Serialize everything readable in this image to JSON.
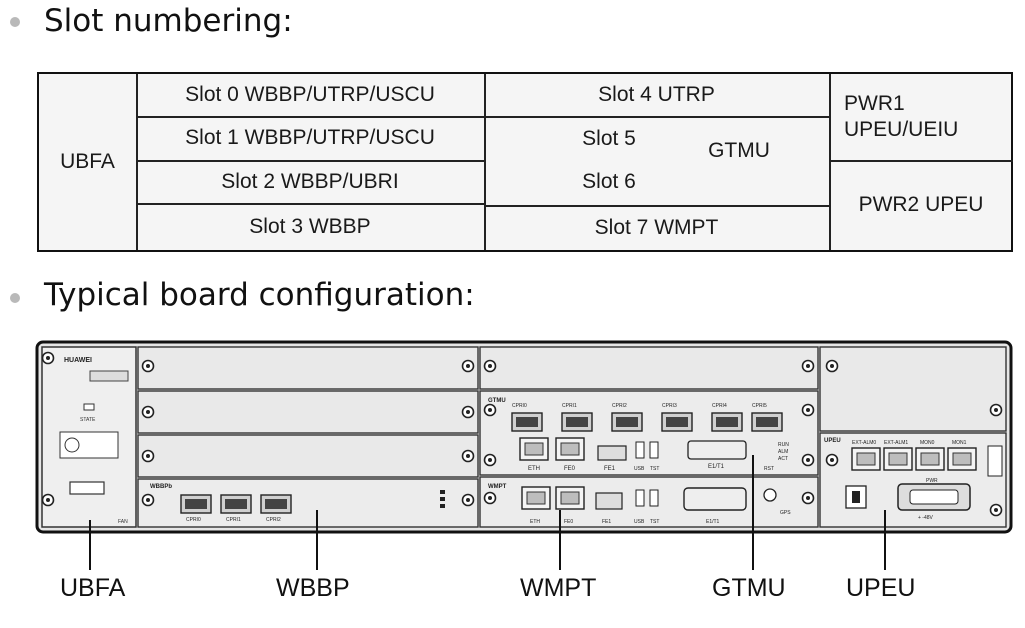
{
  "sections": {
    "slot_heading": "Slot numbering:",
    "board_heading": "Typical board configuration:"
  },
  "slot_table": {
    "ubfa": "UBFA",
    "slot0": "Slot 0 WBBP/UTRP/USCU",
    "slot1": "Slot 1 WBBP/UTRP/USCU",
    "slot2": "Slot 2 WBBP/UBRI",
    "slot3": "Slot 3 WBBP",
    "slot4": "Slot 4 UTRP",
    "slot5": "Slot 5",
    "slot6": "Slot 6",
    "gtmu": "GTMU",
    "slot7": "Slot 7 WMPT",
    "pwr1_line1": "PWR1",
    "pwr1_line2": "UPEU/UEIU",
    "pwr2": "PWR2 UPEU"
  },
  "chassis": {
    "brand": "HUAWEI",
    "state_label": "STATE",
    "fan_label": "FAN",
    "wbbp_label": "WBBPb",
    "wbbp_ports": [
      "CPRI0",
      "CPRI1",
      "CPRI2"
    ],
    "gtmu_label": "GTMU",
    "gtmu_ports": [
      "CPRI0",
      "CPRI1",
      "CPRI2",
      "CPRI3",
      "CPRI4",
      "CPRI5"
    ],
    "gtmu_eth_labels": [
      "ETH",
      "FE0"
    ],
    "gtmu_fe1": "FE1",
    "gtmu_usb": [
      "USB",
      "TST"
    ],
    "gtmu_e1t1": "E1/T1",
    "gtmu_leds": [
      "RUN",
      "ALM",
      "ACT"
    ],
    "gtmu_rst": "RST",
    "wmpt_label": "WMPT",
    "wmpt_eth_labels": [
      "ETH",
      "FE0"
    ],
    "wmpt_fe1": "FE1",
    "wmpt_usb": [
      "USB",
      "TST"
    ],
    "wmpt_e1t1": "E1/T1",
    "wmpt_gps": "GPS",
    "upeu_label": "UPEU",
    "upeu_ports": [
      "EXT-ALM0",
      "EXT-ALM1",
      "MON0",
      "MON1"
    ],
    "upeu_pwr": "PWR",
    "upeu_volt": "+ -48V"
  },
  "callouts": [
    "UBFA",
    "WBBP",
    "WMPT",
    "GTMU",
    "UPEU"
  ],
  "colors": {
    "bullet": "#b9b9b9",
    "table_fill": "#f5f5f5",
    "chassis_fill": "#e8e8e8",
    "chassis_dark": "#222222"
  }
}
